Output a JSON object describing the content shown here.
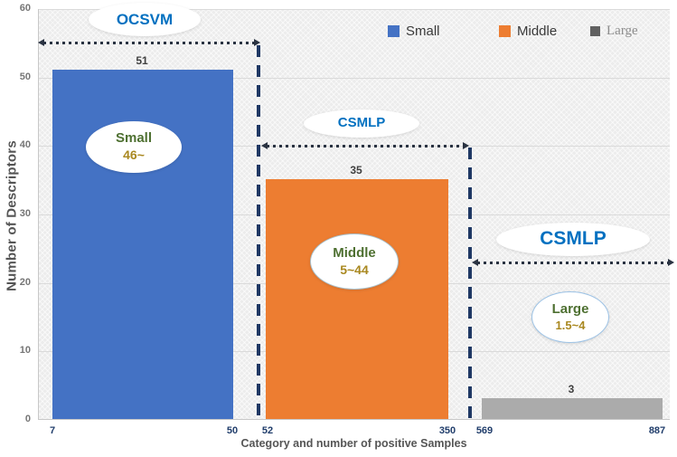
{
  "chart_data": {
    "type": "bar",
    "title": "",
    "ylabel": "Number of Descriptors",
    "xlabel": "Category and number of positive Samples",
    "ylim": [
      0,
      60
    ],
    "yticks": [
      0,
      10,
      20,
      30,
      40,
      50,
      60
    ],
    "grid": "horizontal",
    "legend_position": "top-right",
    "categories": [
      "Small",
      "Middle",
      "Large"
    ],
    "values": [
      51,
      35,
      3
    ],
    "series": [
      {
        "name": "Small",
        "descriptors": 51,
        "sample_range": [
          7,
          50
        ],
        "color": "#4472C4"
      },
      {
        "name": "Middle",
        "descriptors": 35,
        "sample_range": [
          52,
          350
        ],
        "color": "#ED7D31"
      },
      {
        "name": "Large",
        "descriptors": 3,
        "sample_range": [
          569,
          887
        ],
        "color": "#ABABAB"
      }
    ],
    "bar_value_labels": [
      "51",
      "35",
      "3"
    ],
    "x_edge_ticks": [
      "7",
      "50",
      "52",
      "350",
      "569",
      "887"
    ]
  },
  "legend": {
    "items": [
      {
        "label": "Small",
        "color": "#4472C4"
      },
      {
        "label": "Middle",
        "color": "#ED7D31"
      },
      {
        "label": "Large",
        "color": "#616161"
      }
    ]
  },
  "annotations": {
    "ocsvm_label": "OCSVM",
    "csmlp_middle_label": "CSMLP",
    "csmlp_large_label": "CSMLP",
    "small_name": "Small",
    "small_range": "46~",
    "middle_name": "Middle",
    "middle_range": "5~44",
    "large_name": "Large",
    "large_range": "1.5~4"
  },
  "colors": {
    "bar_small": "#4472C4",
    "bar_middle": "#ED7D31",
    "bar_large": "#ABABAB",
    "annotation_blue": "#0070C0",
    "category_green": "#4E7031",
    "range_gold": "#A98820",
    "dash_navy": "#1F3864",
    "arrow_dark": "#2A3342",
    "x_tick_navy": "#203D6B"
  }
}
